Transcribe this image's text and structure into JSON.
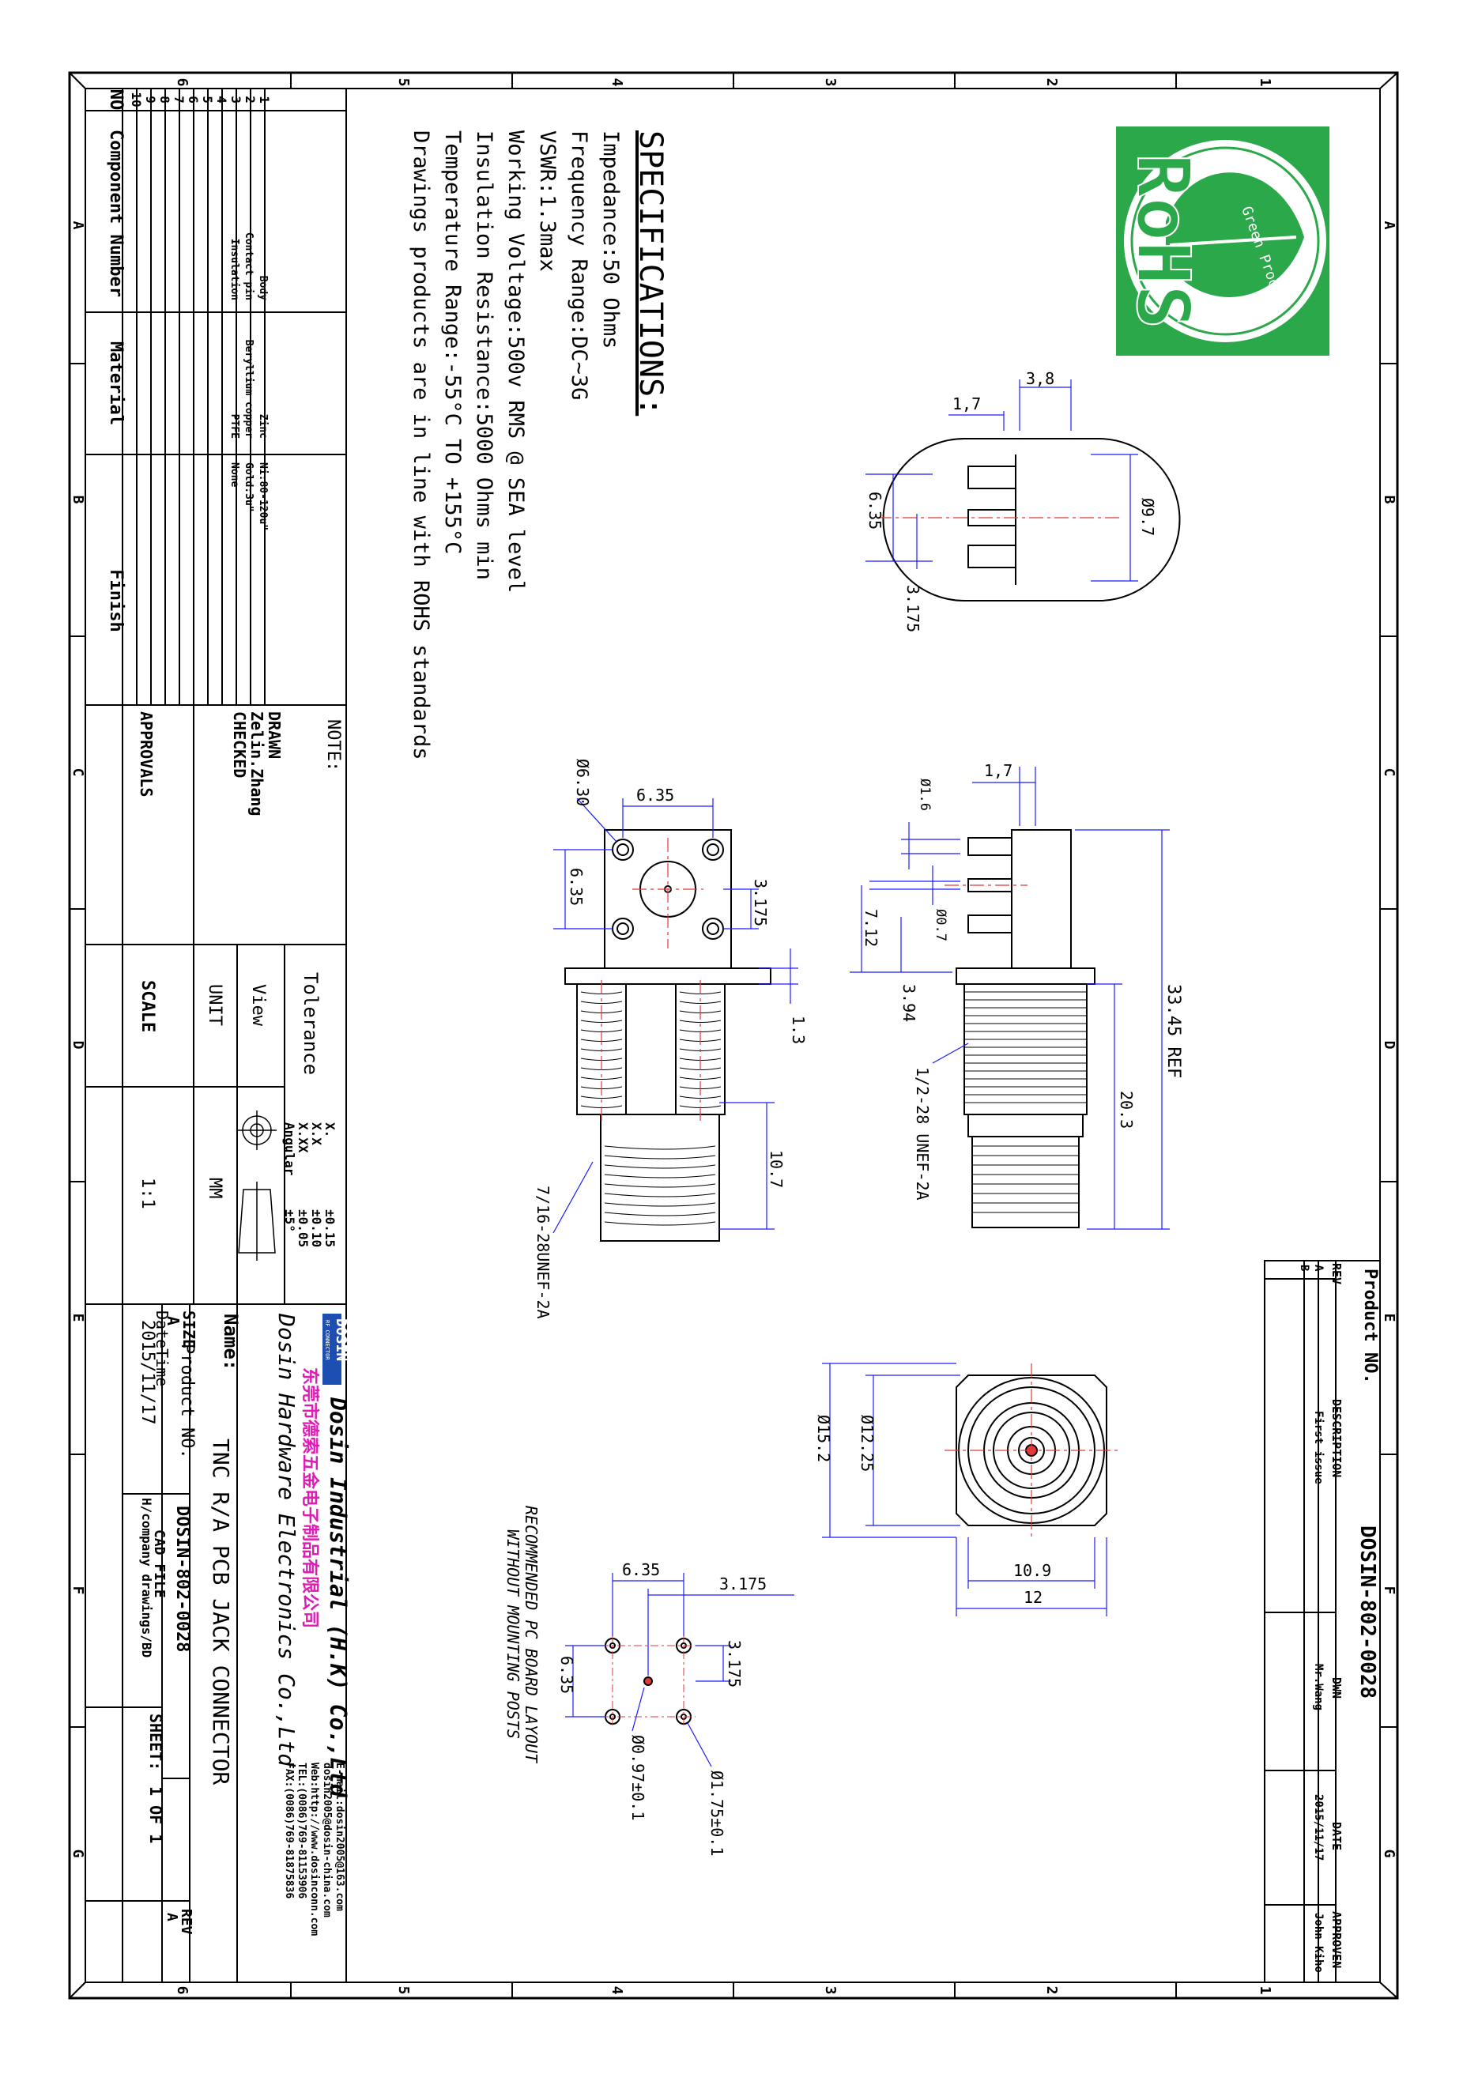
{
  "colors": {
    "line": "#000000",
    "dimension": "#1a1aff",
    "centerline": "#e23a3a",
    "rohs_green": "#2aa84a",
    "pink_company": "#e01bb4",
    "logo_blue": "#1d4fb3"
  },
  "border_zones": {
    "numbers": [
      "1",
      "2",
      "3",
      "4",
      "5",
      "6"
    ],
    "letters": [
      "A",
      "B",
      "C",
      "D",
      "E",
      "F",
      "G"
    ]
  },
  "rohs": {
    "text": "RoHS",
    "subtext": "Green Product"
  },
  "specifications": {
    "heading": "SPECIFICATIONS:",
    "lines": [
      "Impedance:50 Ohms",
      "Frequency Range:DC~3G",
      "VSWR:1.3max",
      "Working Voltage:500v RMS @ SEA level",
      "Insulation Resistance:5000 Ohms min",
      "Temperature Range:-55°C TO +155°C",
      "Drawings products are in line with ROHS standards"
    ]
  },
  "bom": {
    "headers": {
      "no": "NO",
      "component": "Component Number",
      "material": "Material",
      "finish": "Finish"
    },
    "rows": [
      {
        "no": "1",
        "component": "Body",
        "material": "Zinc",
        "finish": "Ni:80-120u\""
      },
      {
        "no": "2",
        "component": "Contact pin",
        "material": "Beryllium copper",
        "finish": "Gold:3u\""
      },
      {
        "no": "3",
        "component": "Insulation",
        "material": "PTFE",
        "finish": "None"
      },
      {
        "no": "4",
        "component": "",
        "material": "",
        "finish": ""
      },
      {
        "no": "5",
        "component": "",
        "material": "",
        "finish": ""
      },
      {
        "no": "6",
        "component": "",
        "material": "",
        "finish": ""
      },
      {
        "no": "7",
        "component": "",
        "material": "",
        "finish": ""
      },
      {
        "no": "8",
        "component": "",
        "material": "",
        "finish": ""
      },
      {
        "no": "9",
        "component": "",
        "material": "",
        "finish": ""
      },
      {
        "no": "10",
        "component": "",
        "material": "",
        "finish": ""
      }
    ]
  },
  "title_block": {
    "note_label": "NOTE:",
    "drawn_label": "DRAWN",
    "drawn_by": "Zelin.Zhang",
    "checked_label": "CHECKED",
    "approvals_label": "APPROVALS",
    "tolerance_label": "Tolerance",
    "tolerances": [
      {
        "key": "X.",
        "value": "±0.15"
      },
      {
        "key": "X.X",
        "value": "±0.10"
      },
      {
        "key": "X.XX",
        "value": "±0.05"
      },
      {
        "key": "Angular",
        "value": "±5°"
      }
    ],
    "view_label": "View",
    "unit_label": "UNIT",
    "unit_value": "MM",
    "scale_label": "SCALE",
    "scale_value": "1:1",
    "logo_text": "DOSIN",
    "logo_sub": "RF CONNECTOR",
    "company_en": "Dosin Industrial (H.K) Co.,Ltd",
    "company_cn": "东莞市德索五金电子制品有限公司",
    "company_en2": "Dosin Hardware Electronics Co.,Ltd",
    "contact": [
      "E-mail:dosin2005@163.com",
      "dosin2005@dosin-china.com",
      "Web:http://www.dosinconn.com",
      "TEL:(0086)769-81153906",
      "FAX:(0086)769-81875836"
    ],
    "name_label": "Name:",
    "name_value": "TNC R/A PCB JACK CONNECTOR",
    "size_label": "SIZE",
    "size_value": "A",
    "product_no_label": "Product NO.",
    "product_no_value": "DOSIN-802-0028",
    "rev_label": "REV",
    "rev_value": "A",
    "datetime_label": "DateTime",
    "datetime_value": "2015/11/17",
    "cad_label": "CAD FILE",
    "cad_value": "H/company drawings/BD",
    "sheet_label": "SHEET:",
    "sheet_value": "1 OF 1"
  },
  "revision_block": {
    "product_no_label": "Product NO.",
    "product_no_value": "DOSIN-802-0028",
    "headers": {
      "rev": "REV",
      "description": "DESCRIPTION",
      "dwn": "DWN",
      "date": "DATE",
      "approved": "APPROVEN"
    },
    "rows": [
      {
        "rev": "A",
        "description": "First issue",
        "dwn": "Mr.Wang",
        "date": "2015/11/17",
        "approved": "John Kiho"
      },
      {
        "rev": "B",
        "description": "",
        "dwn": "",
        "date": "",
        "approved": ""
      }
    ]
  },
  "dimensions": {
    "d_3_8": "3,8",
    "d_1_7_top": "1,7",
    "d_9_7": "Ø9.7",
    "d_6_35_top": "6.35",
    "d_3_175_top": "3.175",
    "d_1_7_side": "1,7",
    "d_1_6": "Ø1.6",
    "d_0_7": "Ø0.7",
    "d_7_12": "7.12",
    "d_3_94": "3.94",
    "d_33_45": "33.45 REF",
    "d_20_3": "20.3",
    "thread_half": "1/2-28 UNEF-2A",
    "d_6_30": "Ø6.30",
    "d_6_35_front_h": "6.35",
    "d_6_35_front_v": "6.35",
    "d_3_175_front": "3.175",
    "d_1_3": "1.3",
    "d_10_7": "10.7",
    "thread_7_16": "7/16-28UNEF-2A",
    "d_12_25": "Ø12.25",
    "d_15_2": "Ø15.2",
    "d_10_9": "10.9",
    "d_12": "12",
    "pcb_6_35_h": "6.35",
    "pcb_3_175_h": "3.175",
    "pcb_3_175_v": "3.175",
    "pcb_6_35_v": "6.35",
    "pcb_0_97": "Ø0.97±0.1",
    "pcb_1_75": "Ø1.75±0.1",
    "pcb_note_1": "RECOMMENDED PC BOARD LAYOUT",
    "pcb_note_2": "WITHOUT MOUNTING POSTS"
  }
}
